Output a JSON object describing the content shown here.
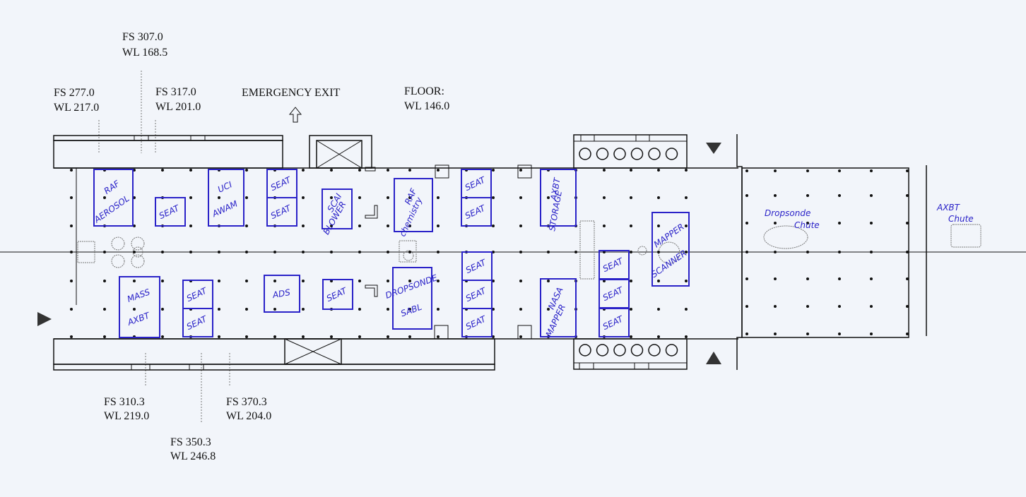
{
  "title_labels": {
    "emergency_exit": "EMERGENCY EXIT",
    "floor_line1": "FLOOR:",
    "floor_line2": "WL 146.0"
  },
  "station_callouts": {
    "top": [
      {
        "fs": "FS 307.0",
        "wl": "WL 168.5"
      },
      {
        "fs": "FS 277.0",
        "wl": "WL 217.0"
      },
      {
        "fs": "FS 317.0",
        "wl": "WL 201.0"
      }
    ],
    "bottom": [
      {
        "fs": "FS 310.3",
        "wl": "WL 219.0"
      },
      {
        "fs": "FS 370.3",
        "wl": "WL 204.0"
      },
      {
        "fs": "FS 350.3",
        "wl": "WL 246.8"
      }
    ]
  },
  "racks": {
    "raf_aerosol": [
      "RAF",
      "AEROSOL"
    ],
    "seat_a": [
      "SEAT"
    ],
    "uci_awam": [
      "UCI",
      "AWAM"
    ],
    "seat_b1": [
      "SEAT"
    ],
    "seat_b2": [
      "SEAT"
    ],
    "scai_blower": [
      "SCAI",
      "BLOWER"
    ],
    "raf_chemistry": [
      "RAF",
      "chemistry"
    ],
    "seat_c1": [
      "SEAT"
    ],
    "seat_c2": [
      "SEAT"
    ],
    "axbt_storage": [
      "AXBT",
      "STORAGE"
    ],
    "mapper_scanner": [
      "MAPPER",
      "SCANNER"
    ],
    "mass_axbt": [
      "MASS",
      "AXBT"
    ],
    "seat_d1": [
      "SEAT"
    ],
    "seat_d2": [
      "SEAT"
    ],
    "ads": [
      "ADS"
    ],
    "seat_e": [
      "SEAT"
    ],
    "dropsonde_sabl": [
      "DROPSONDE",
      "SABL"
    ],
    "seat_f1": [
      "SEAT"
    ],
    "seat_f2": [
      "SEAT"
    ],
    "seat_f3": [
      "SEAT"
    ],
    "nasa_mapper": [
      "NASA",
      "MAPPER"
    ],
    "seat_g1": [
      "SEAT"
    ],
    "seat_g2": [
      "SEAT"
    ],
    "seat_g3": [
      "SEAT"
    ]
  },
  "chutes": {
    "dropsonde": [
      "Dropsonde",
      "Chute"
    ],
    "axbt": [
      "AXBT",
      "Chute"
    ]
  },
  "colors": {
    "ink": "#111111",
    "pen": "#2a22c8",
    "paper": "#f2f5fa"
  }
}
